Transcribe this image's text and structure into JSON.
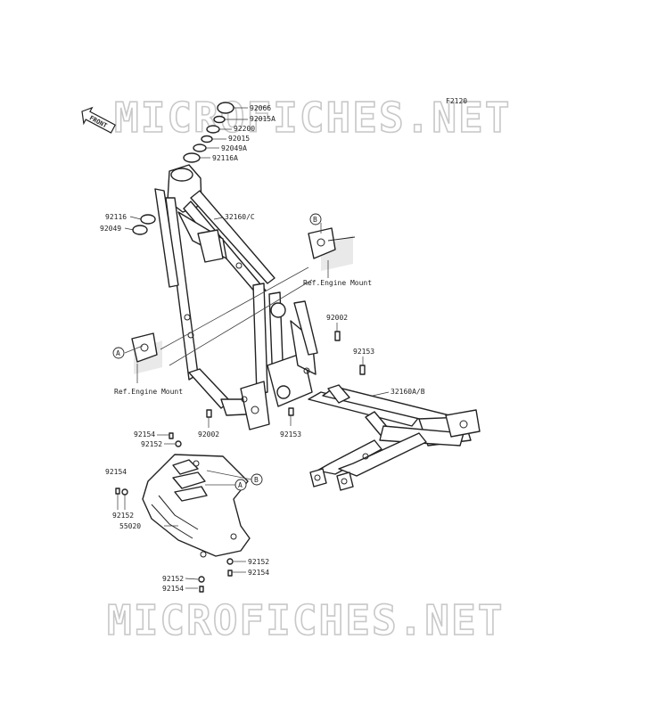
{
  "figure_code": "F2120",
  "watermark": "MICROFICHES.NET",
  "front_label": "FRONT",
  "callouts": {
    "a": "A",
    "b": "B"
  },
  "references": {
    "engine_mount_a": "Ref.Engine Mount",
    "engine_mount_b": "Ref.Engine Mount"
  },
  "parts": {
    "p92066": "92066",
    "p92015a": "92015A",
    "p92200": "92200",
    "p92015": "92015",
    "p92049a": "92049A",
    "p92116a": "92116A",
    "p92116": "92116",
    "p92049": "92049",
    "p32160c": "32160/C",
    "p92002_top": "92002",
    "p92153_top": "92153",
    "p32160ab": "32160A/B",
    "p92002_bot": "92002",
    "p92153_bot": "92153",
    "p92154_a": "92154",
    "p92152_a": "92152",
    "p92154_b": "92154",
    "p92152_b": "92152",
    "p55020": "55020",
    "p92152_c": "92152",
    "p92154_c": "92154",
    "p92152_d": "92152",
    "p92154_d": "92154"
  }
}
